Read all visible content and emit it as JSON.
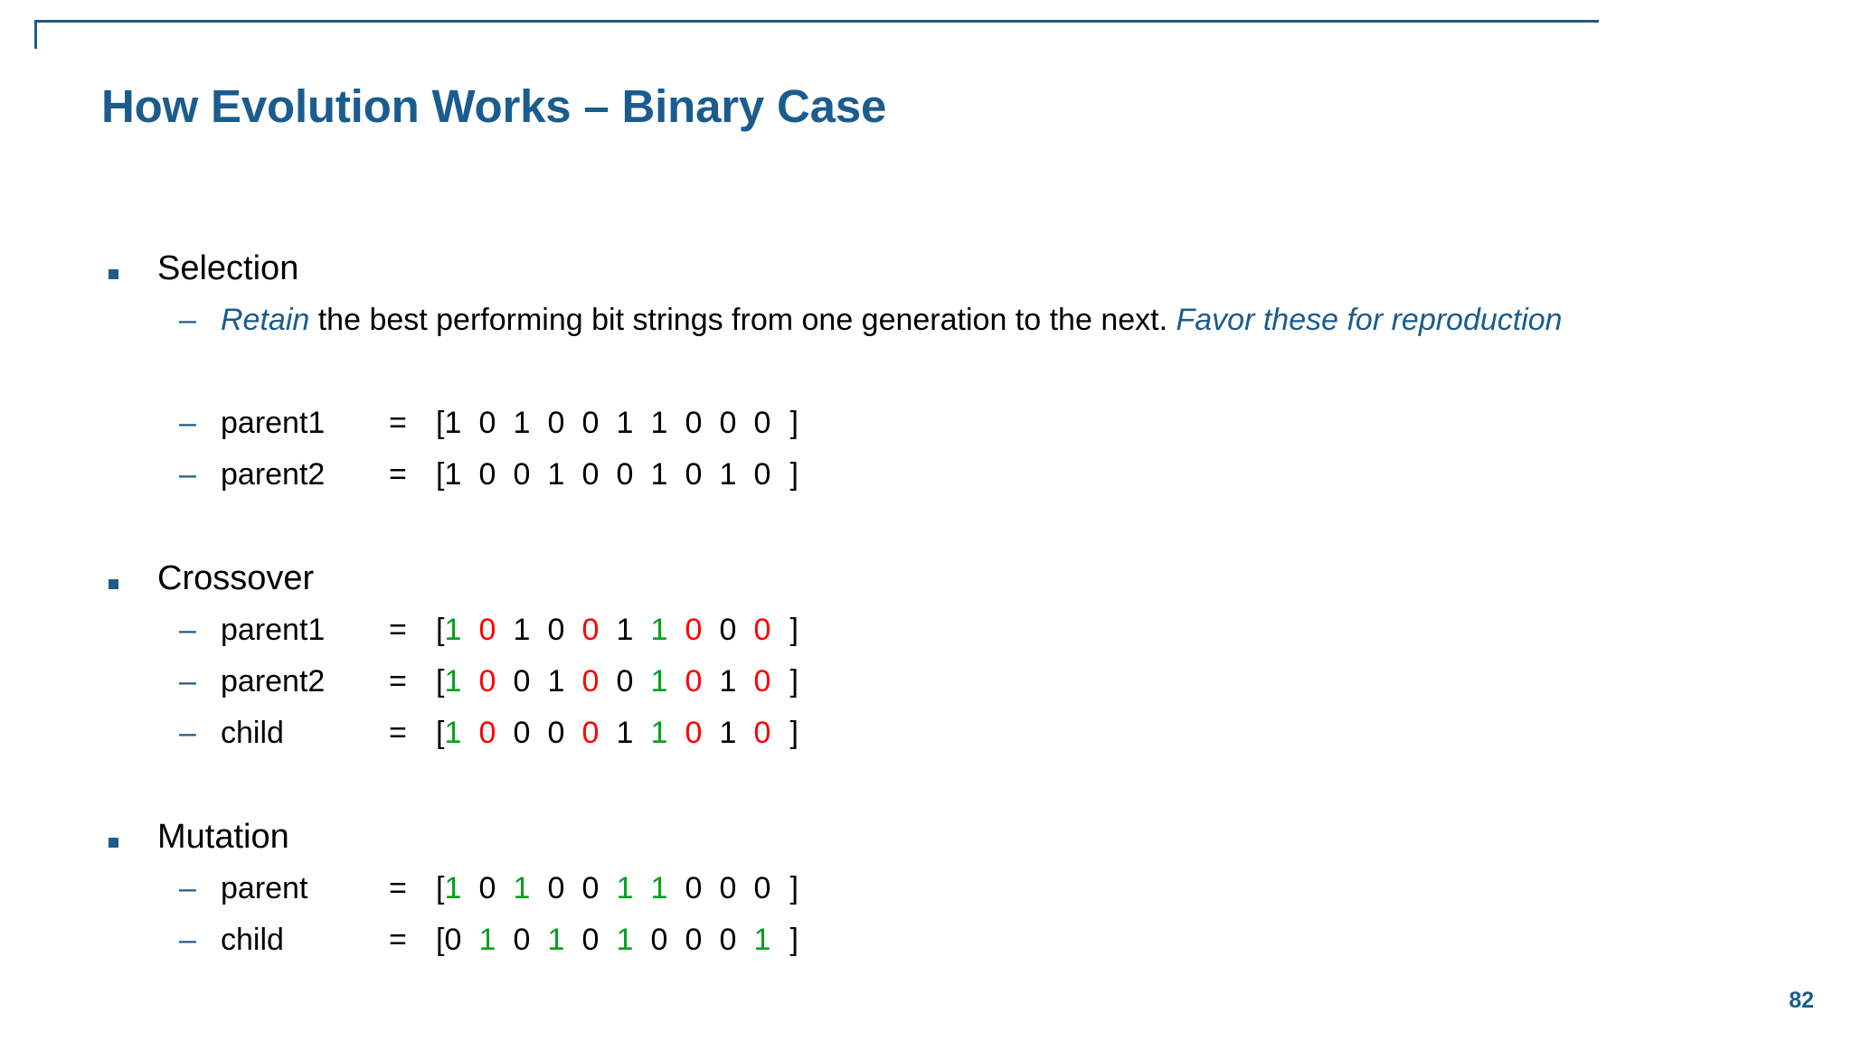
{
  "slide": {
    "title": "How Evolution Works – Binary Case",
    "page_number": "82",
    "accent_color": "#1b5c8e",
    "bullet_color": "#1f5c8b",
    "bit_colors": {
      "black": "#000000",
      "green": "#00a01e",
      "red": "#fe0000"
    }
  },
  "sections": {
    "selection": {
      "title": "Selection",
      "description": {
        "part1_italic_blue": "Retain",
        "part2_black": " the best performing bit strings from one generation to the next. ",
        "part3_italic_blue": "Favor these for reproduction"
      },
      "rows": [
        {
          "label": "parent1",
          "equals": "=",
          "open": "[",
          "close": "]",
          "bits": [
            {
              "v": "1",
              "c": "black"
            },
            {
              "v": "0",
              "c": "black"
            },
            {
              "v": "1",
              "c": "black"
            },
            {
              "v": "0",
              "c": "black"
            },
            {
              "v": "0",
              "c": "black"
            },
            {
              "v": "1",
              "c": "black"
            },
            {
              "v": "1",
              "c": "black"
            },
            {
              "v": "0",
              "c": "black"
            },
            {
              "v": "0",
              "c": "black"
            },
            {
              "v": "0",
              "c": "black"
            }
          ]
        },
        {
          "label": "parent2",
          "equals": "=",
          "open": "[",
          "close": "]",
          "bits": [
            {
              "v": "1",
              "c": "black"
            },
            {
              "v": "0",
              "c": "black"
            },
            {
              "v": "0",
              "c": "black"
            },
            {
              "v": "1",
              "c": "black"
            },
            {
              "v": "0",
              "c": "black"
            },
            {
              "v": "0",
              "c": "black"
            },
            {
              "v": "1",
              "c": "black"
            },
            {
              "v": "0",
              "c": "black"
            },
            {
              "v": "1",
              "c": "black"
            },
            {
              "v": "0",
              "c": "black"
            }
          ]
        }
      ]
    },
    "crossover": {
      "title": "Crossover",
      "rows": [
        {
          "label": "parent1",
          "equals": "=",
          "open": "[",
          "close": "]",
          "bits": [
            {
              "v": "1",
              "c": "green"
            },
            {
              "v": "0",
              "c": "red"
            },
            {
              "v": "1",
              "c": "black"
            },
            {
              "v": "0",
              "c": "black"
            },
            {
              "v": "0",
              "c": "red"
            },
            {
              "v": "1",
              "c": "black"
            },
            {
              "v": "1",
              "c": "green"
            },
            {
              "v": "0",
              "c": "red"
            },
            {
              "v": "0",
              "c": "black"
            },
            {
              "v": "0",
              "c": "red"
            }
          ]
        },
        {
          "label": "parent2",
          "equals": "=",
          "open": "[",
          "close": "]",
          "bits": [
            {
              "v": "1",
              "c": "green"
            },
            {
              "v": "0",
              "c": "red"
            },
            {
              "v": "0",
              "c": "black"
            },
            {
              "v": "1",
              "c": "black"
            },
            {
              "v": "0",
              "c": "red"
            },
            {
              "v": "0",
              "c": "black"
            },
            {
              "v": "1",
              "c": "green"
            },
            {
              "v": "0",
              "c": "red"
            },
            {
              "v": "1",
              "c": "black"
            },
            {
              "v": "0",
              "c": "red"
            }
          ]
        },
        {
          "label": "child",
          "equals": "=",
          "open": "[",
          "close": "]",
          "bits": [
            {
              "v": "1",
              "c": "green"
            },
            {
              "v": "0",
              "c": "red"
            },
            {
              "v": "0",
              "c": "black"
            },
            {
              "v": "0",
              "c": "black"
            },
            {
              "v": "0",
              "c": "red"
            },
            {
              "v": "1",
              "c": "black"
            },
            {
              "v": "1",
              "c": "green"
            },
            {
              "v": "0",
              "c": "red"
            },
            {
              "v": "1",
              "c": "black"
            },
            {
              "v": "0",
              "c": "red"
            }
          ]
        }
      ]
    },
    "mutation": {
      "title": "Mutation",
      "rows": [
        {
          "label": "parent",
          "equals": "=",
          "open": "[",
          "close": "]",
          "bits": [
            {
              "v": "1",
              "c": "green"
            },
            {
              "v": "0",
              "c": "black"
            },
            {
              "v": "1",
              "c": "green"
            },
            {
              "v": "0",
              "c": "black"
            },
            {
              "v": "0",
              "c": "black"
            },
            {
              "v": "1",
              "c": "green"
            },
            {
              "v": "1",
              "c": "green"
            },
            {
              "v": "0",
              "c": "black"
            },
            {
              "v": "0",
              "c": "black"
            },
            {
              "v": "0",
              "c": "black"
            }
          ]
        },
        {
          "label": "child",
          "equals": "=",
          "open": "[",
          "close": "]",
          "bits": [
            {
              "v": "0",
              "c": "black"
            },
            {
              "v": "1",
              "c": "green"
            },
            {
              "v": "0",
              "c": "black"
            },
            {
              "v": "1",
              "c": "green"
            },
            {
              "v": "0",
              "c": "black"
            },
            {
              "v": "1",
              "c": "green"
            },
            {
              "v": "0",
              "c": "black"
            },
            {
              "v": "0",
              "c": "black"
            },
            {
              "v": "0",
              "c": "black"
            },
            {
              "v": "1",
              "c": "green"
            }
          ]
        }
      ]
    }
  }
}
